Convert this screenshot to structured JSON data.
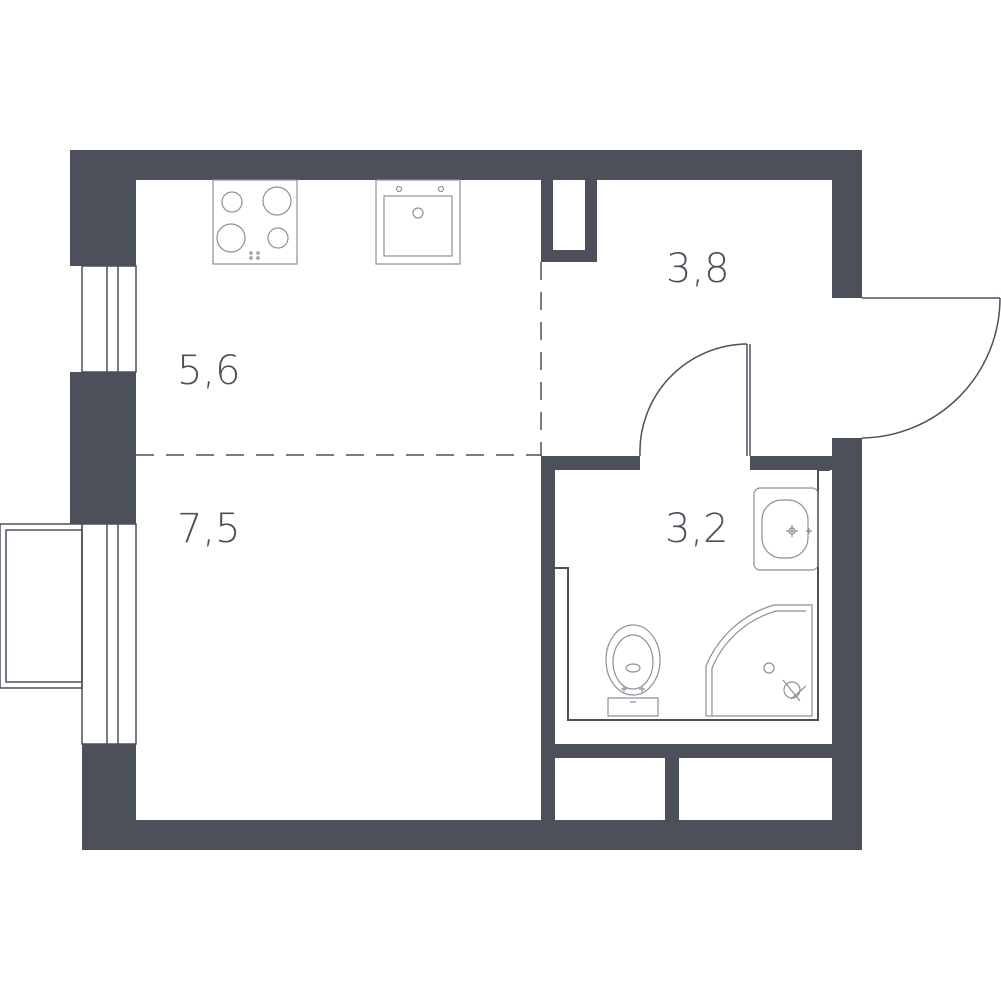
{
  "colors": {
    "wall": "#4b505b",
    "fixture": "#8c9099",
    "background": "#ffffff"
  },
  "rooms": [
    {
      "id": "kitchen",
      "area": "5,6"
    },
    {
      "id": "living",
      "area": "7,5"
    },
    {
      "id": "hallway",
      "area": "3,8"
    },
    {
      "id": "bathroom",
      "area": "3,2"
    }
  ],
  "icons": [
    "stove-icon",
    "sink-icon",
    "door-icon",
    "toilet-icon",
    "washbasin-icon",
    "shower-icon",
    "window-icon",
    "balcony-icon"
  ]
}
